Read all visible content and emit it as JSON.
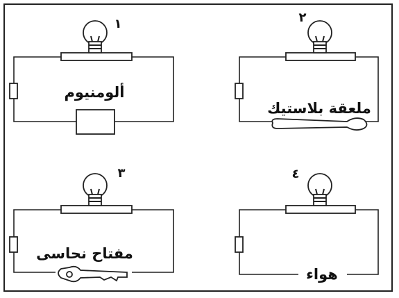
{
  "circuits": [
    {
      "number": "١",
      "label": "ألومنيوم"
    },
    {
      "number": "٢",
      "label": "ملعقة بلاستيك"
    },
    {
      "number": "٣",
      "label": "مفتاح نحاسى"
    },
    {
      "number": "٤",
      "label": "هواء"
    }
  ],
  "colors": {
    "line": "#222222",
    "background": "#ffffff"
  }
}
